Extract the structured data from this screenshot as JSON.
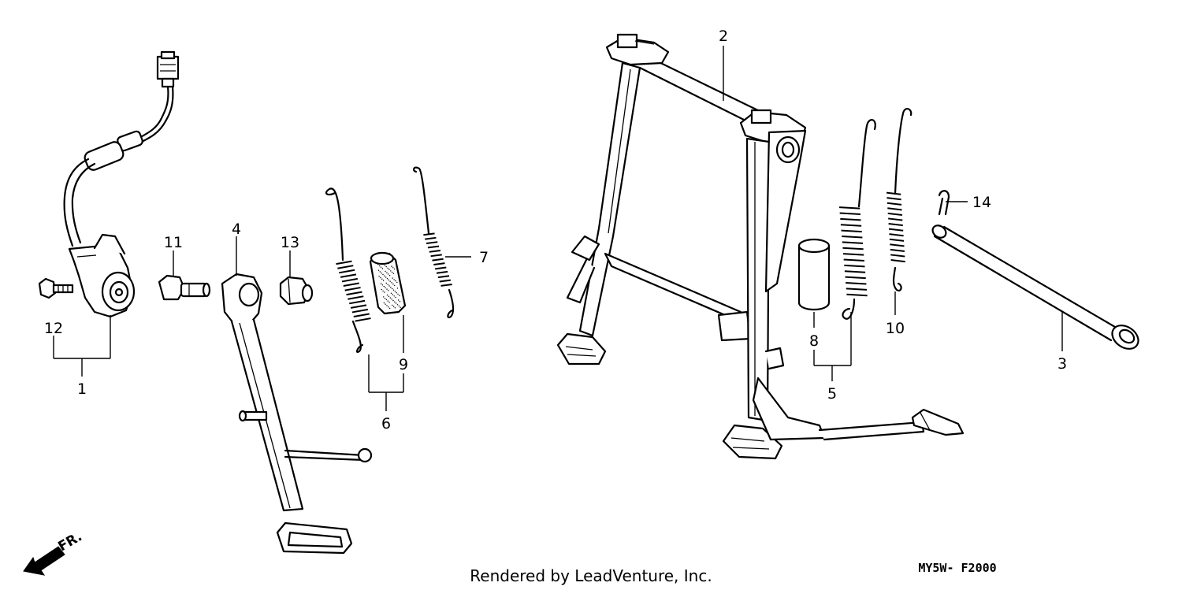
{
  "callouts": {
    "c1": "1",
    "c2": "2",
    "c3": "3",
    "c4": "4",
    "c5": "5",
    "c6": "6",
    "c7": "7",
    "c8": "8",
    "c9": "9",
    "c10": "10",
    "c11": "11",
    "c12": "12",
    "c13": "13",
    "c14": "14"
  },
  "footer": {
    "credit": "Rendered by LeadVenture, Inc.",
    "diagram_code": "MY5W- F2000",
    "direction_label": "FR."
  }
}
